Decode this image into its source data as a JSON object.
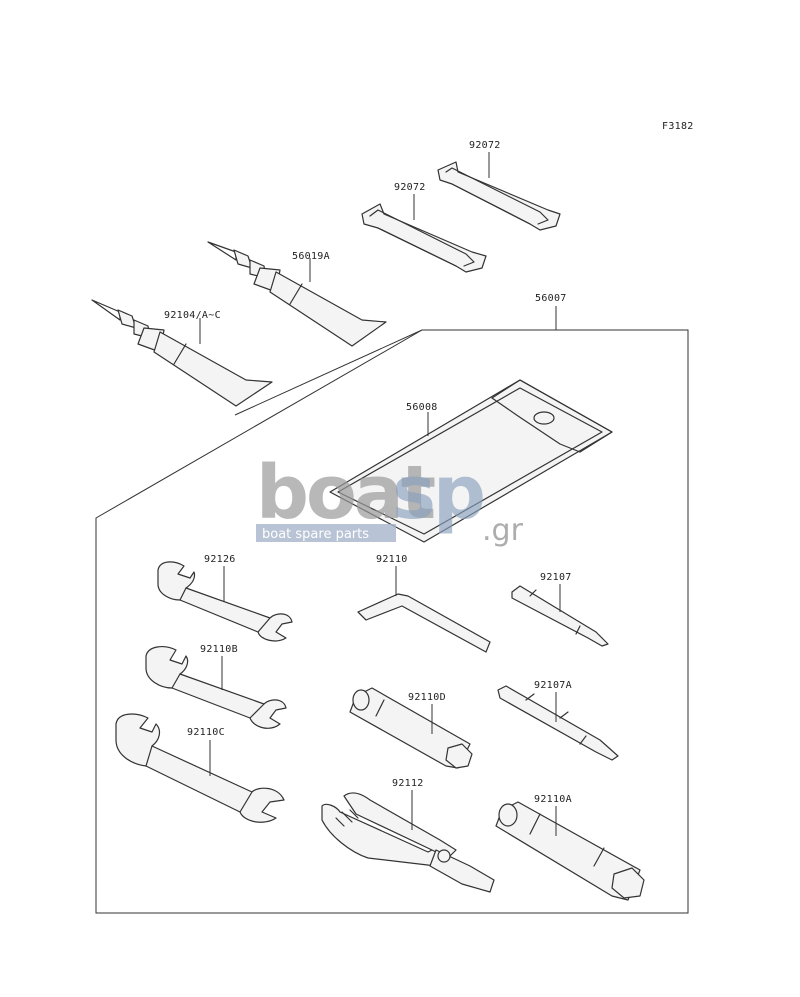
{
  "figure_code": "F3182",
  "watermark": {
    "word1": "boat",
    "word2": "sp",
    "domain": ".gr",
    "tagline": "boat spare parts"
  },
  "parts": {
    "strap_a": "92072",
    "strap_b": "92072",
    "tube_a": "56019A",
    "tube_b": "92104/A~C",
    "tool_kit": "56007",
    "case": "56008",
    "wrench_a": "92126",
    "wrench_b": "92110B",
    "wrench_c": "92110C",
    "hex_key": "92110",
    "screwdriver_a": "92107",
    "screwdriver_b": "92107A",
    "socket_a": "92110D",
    "socket_b": "92110A",
    "pliers": "92112"
  }
}
